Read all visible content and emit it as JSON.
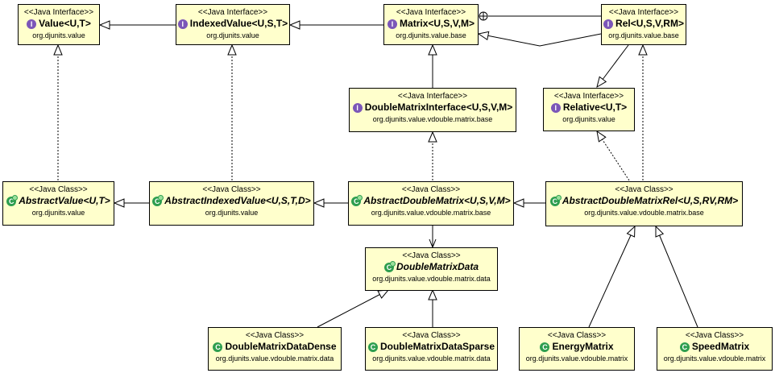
{
  "diagram": {
    "nodes": [
      {
        "id": "value",
        "stereotype": "<<Java Interface>>",
        "name": "Value<U,T>",
        "package": "org.djunits.value",
        "kind": "interface"
      },
      {
        "id": "indexedvalue",
        "stereotype": "<<Java Interface>>",
        "name": "IndexedValue<U,S,T>",
        "package": "org.djunits.value",
        "kind": "interface"
      },
      {
        "id": "matrix",
        "stereotype": "<<Java Interface>>",
        "name": "Matrix<U,S,V,M>",
        "package": "org.djunits.value.base",
        "kind": "interface"
      },
      {
        "id": "rel",
        "stereotype": "<<Java Interface>>",
        "name": "Rel<U,S,V,RM>",
        "package": "org.djunits.value.base",
        "kind": "interface"
      },
      {
        "id": "doublematrixinterface",
        "stereotype": "<<Java Interface>>",
        "name": "DoubleMatrixInterface<U,S,V,M>",
        "package": "org.djunits.value.vdouble.matrix.base",
        "kind": "interface"
      },
      {
        "id": "relative",
        "stereotype": "<<Java Interface>>",
        "name": "Relative<U,T>",
        "package": "org.djunits.value",
        "kind": "interface"
      },
      {
        "id": "abstractvalue",
        "stereotype": "<<Java Class>>",
        "name": "AbstractValue<U,T>",
        "package": "org.djunits.value",
        "kind": "abstract"
      },
      {
        "id": "abstractindexedvalue",
        "stereotype": "<<Java Class>>",
        "name": "AbstractIndexedValue<U,S,T,D>",
        "package": "org.djunits.value",
        "kind": "abstract"
      },
      {
        "id": "abstractdoublematrix",
        "stereotype": "<<Java Class>>",
        "name": "AbstractDoubleMatrix<U,S,V,M>",
        "package": "org.djunits.value.vdouble.matrix.base",
        "kind": "abstract"
      },
      {
        "id": "abstractdoublematrixrel",
        "stereotype": "<<Java Class>>",
        "name": "AbstractDoubleMatrixRel<U,S,RV,RM>",
        "package": "org.djunits.value.vdouble.matrix.base",
        "kind": "abstract"
      },
      {
        "id": "doublematrixdata",
        "stereotype": "<<Java Class>>",
        "name": "DoubleMatrixData",
        "package": "org.djunits.value.vdouble.matrix.data",
        "kind": "abstract"
      },
      {
        "id": "doublematrixdatadense",
        "stereotype": "<<Java Class>>",
        "name": "DoubleMatrixDataDense",
        "package": "org.djunits.value.vdouble.matrix.data",
        "kind": "class"
      },
      {
        "id": "doublematrixdatasparse",
        "stereotype": "<<Java Class>>",
        "name": "DoubleMatrixDataSparse",
        "package": "org.djunits.value.vdouble.matrix.data",
        "kind": "class"
      },
      {
        "id": "energymatrix",
        "stereotype": "<<Java Class>>",
        "name": "EnergyMatrix",
        "package": "org.djunits.value.vdouble.matrix",
        "kind": "class"
      },
      {
        "id": "speedmatrix",
        "stereotype": "<<Java Class>>",
        "name": "SpeedMatrix",
        "package": "org.djunits.value.vdouble.matrix",
        "kind": "class"
      }
    ],
    "edges": [
      {
        "from": "indexedvalue",
        "to": "value",
        "type": "extends"
      },
      {
        "from": "matrix",
        "to": "indexedvalue",
        "type": "extends"
      },
      {
        "from": "rel",
        "to": "matrix",
        "type": "nested"
      },
      {
        "from": "rel",
        "to": "matrix",
        "type": "extends"
      },
      {
        "from": "rel",
        "to": "relative",
        "type": "extends"
      },
      {
        "from": "doublematrixinterface",
        "to": "matrix",
        "type": "extends"
      },
      {
        "from": "abstractvalue",
        "to": "value",
        "type": "implements"
      },
      {
        "from": "abstractindexedvalue",
        "to": "indexedvalue",
        "type": "implements"
      },
      {
        "from": "abstractindexedvalue",
        "to": "abstractvalue",
        "type": "extends"
      },
      {
        "from": "abstractdoublematrix",
        "to": "abstractindexedvalue",
        "type": "extends"
      },
      {
        "from": "abstractdoublematrix",
        "to": "doublematrixinterface",
        "type": "implements"
      },
      {
        "from": "abstractdoublematrixrel",
        "to": "abstractdoublematrix",
        "type": "extends"
      },
      {
        "from": "abstractdoublematrixrel",
        "to": "relative",
        "type": "implements"
      },
      {
        "from": "abstractdoublematrixrel",
        "to": "rel",
        "type": "implements"
      },
      {
        "from": "abstractdoublematrix",
        "to": "doublematrixdata",
        "type": "association"
      },
      {
        "from": "doublematrixdatadense",
        "to": "doublematrixdata",
        "type": "extends"
      },
      {
        "from": "doublematrixdatasparse",
        "to": "doublematrixdata",
        "type": "extends"
      },
      {
        "from": "energymatrix",
        "to": "abstractdoublematrixrel",
        "type": "extends"
      },
      {
        "from": "speedmatrix",
        "to": "abstractdoublematrixrel",
        "type": "extends"
      }
    ]
  },
  "icons": {
    "interface": "I",
    "class": "C",
    "abstract": "C"
  }
}
